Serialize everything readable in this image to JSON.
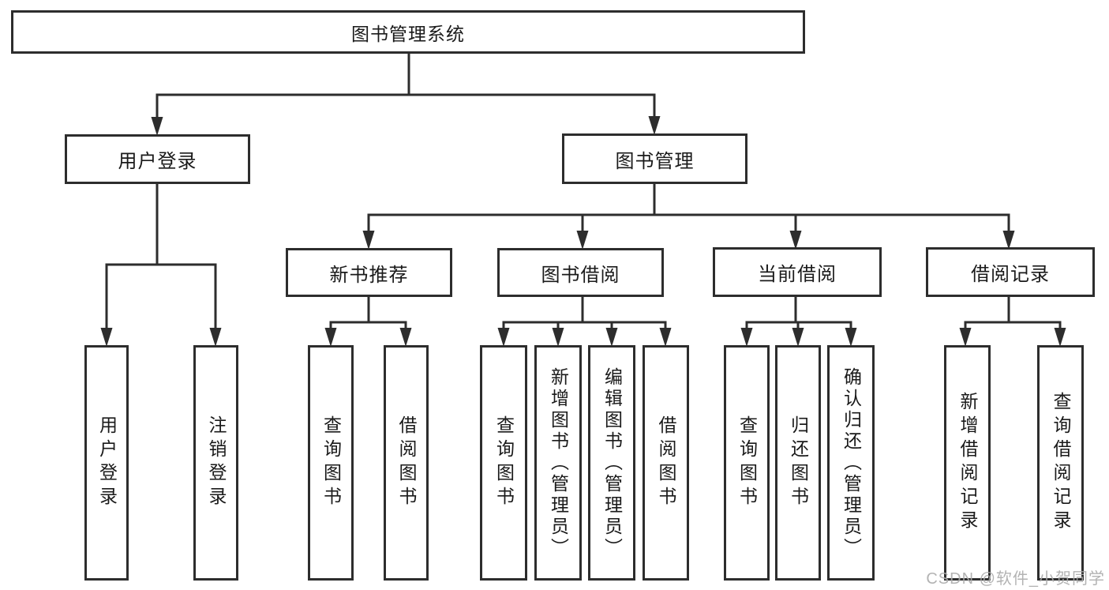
{
  "root": {
    "label": "图书管理系统"
  },
  "branches": [
    {
      "label": "用户登录",
      "leaves": [
        "用户登录",
        "注销登录"
      ]
    },
    {
      "label": "图书管理",
      "groups": [
        {
          "label": "新书推荐",
          "leaves": [
            "查询图书",
            "借阅图书"
          ]
        },
        {
          "label": "图书借阅",
          "leaves": [
            "查询图书",
            "新增图书（管理员）",
            "编辑图书（管理员）",
            "借阅图书"
          ]
        },
        {
          "label": "当前借阅",
          "leaves": [
            "查询图书",
            "归还图书",
            "确认归还（管理员）"
          ]
        },
        {
          "label": "借阅记录",
          "leaves": [
            "新增借阅记录",
            "查询借阅记录"
          ]
        }
      ]
    }
  ],
  "watermark": "CSDN @软件_小贺同学",
  "colors": {
    "line": "#2d2d2d",
    "text": "#1a1a1a",
    "watermark": "#ababab",
    "background": "#ffffff"
  }
}
